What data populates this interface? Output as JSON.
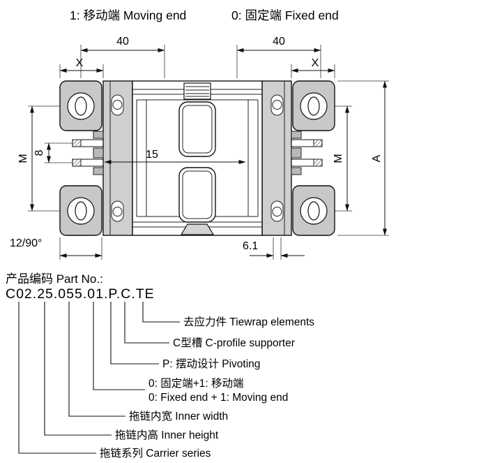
{
  "header": {
    "moving_end": "1: 移动端 Moving end",
    "fixed_end": "0: 固定端 Fixed end"
  },
  "dims": {
    "top_left_40": "40",
    "top_right_40": "40",
    "x_left": "X",
    "x_right": "X",
    "m_left": "M",
    "m_right": "M",
    "pin_pitch_8": "8",
    "width_15": "15",
    "height_a": "A",
    "pitch_radius": "12/90°",
    "plate_6_1": "6.1"
  },
  "part": {
    "title": "产品编码 Part No.:",
    "code": "C02.25.055.01.P.C.TE",
    "breakdown": [
      {
        "code": "TE",
        "label": "去应力件 Tiewrap elements"
      },
      {
        "code": "C",
        "label": "C型槽 C-profile supporter"
      },
      {
        "code": "P",
        "label": "P: 摆动设计 Pivoting"
      },
      {
        "code": "01",
        "label": "0: 固定端+1: 移动端",
        "label2": "0: Fixed end + 1: Moving end"
      },
      {
        "code": "055",
        "label": "拖链内宽 Inner width"
      },
      {
        "code": "25",
        "label": "拖链内高 Inner height"
      },
      {
        "code": "C02",
        "label": "拖链系列 Carrier series"
      }
    ]
  }
}
